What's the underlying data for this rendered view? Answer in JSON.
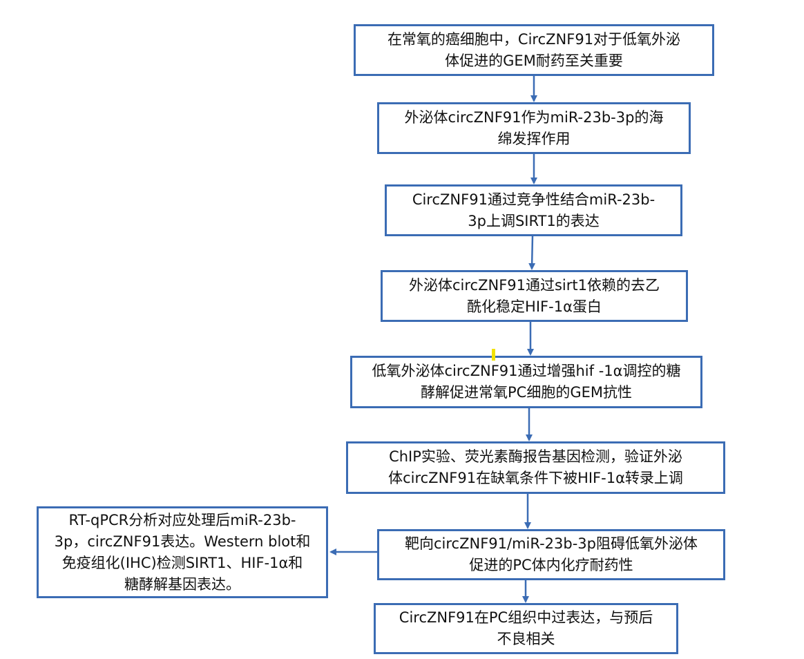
{
  "flowchart": {
    "nodes": [
      {
        "id": "n1",
        "text": "在常氧的癌细胞中，CircZNF91对于低氧外泌\n体促进的GEM耐药至关重要"
      },
      {
        "id": "n2",
        "text": "外泌体circZNF91作为miR-23b-3p的海\n绵发挥作用"
      },
      {
        "id": "n3",
        "text": "CircZNF91通过竞争性结合miR-23b-\n3p上调SIRT1的表达"
      },
      {
        "id": "n4",
        "text": "外泌体circZNF91通过sirt1依赖的去乙\n酰化稳定HIF-1α蛋白"
      },
      {
        "id": "n5",
        "text": "低氧外泌体circZNF91通过增强hif -1α调控的糖\n酵解促进常氧PC细胞的GEM抗性"
      },
      {
        "id": "n6",
        "text": "ChIP实验、荧光素酶报告基因检测，验证外泌\n体circZNF91在缺氧条件下被HIF-1α转录上调"
      },
      {
        "id": "n7",
        "text": "靶向circZNF91/miR-23b-3p阻碍低氧外泌体\n促进的PC体内化疗耐药性"
      },
      {
        "id": "n8",
        "text": "RT-qPCR分析对应处理后miR-23b-\n3p，circZNF91表达。Western blot和\n免疫组化(IHC)检测SIRT1、HIF-1α和\n糖酵解基因表达。"
      },
      {
        "id": "n9",
        "text": "CircZNF91在PC组织中过表达，与预后\n不良相关"
      }
    ],
    "edges": [
      {
        "from": "n1",
        "to": "n2"
      },
      {
        "from": "n2",
        "to": "n3"
      },
      {
        "from": "n3",
        "to": "n4"
      },
      {
        "from": "n4",
        "to": "n5"
      },
      {
        "from": "n5",
        "to": "n6"
      },
      {
        "from": "n6",
        "to": "n7"
      },
      {
        "from": "n7",
        "to": "n8"
      },
      {
        "from": "n7",
        "to": "n9"
      }
    ]
  },
  "colors": {
    "border": "#3b6cb4",
    "arrow": "#3b6cb4",
    "text": "#111111",
    "marker": "#f2e200"
  }
}
